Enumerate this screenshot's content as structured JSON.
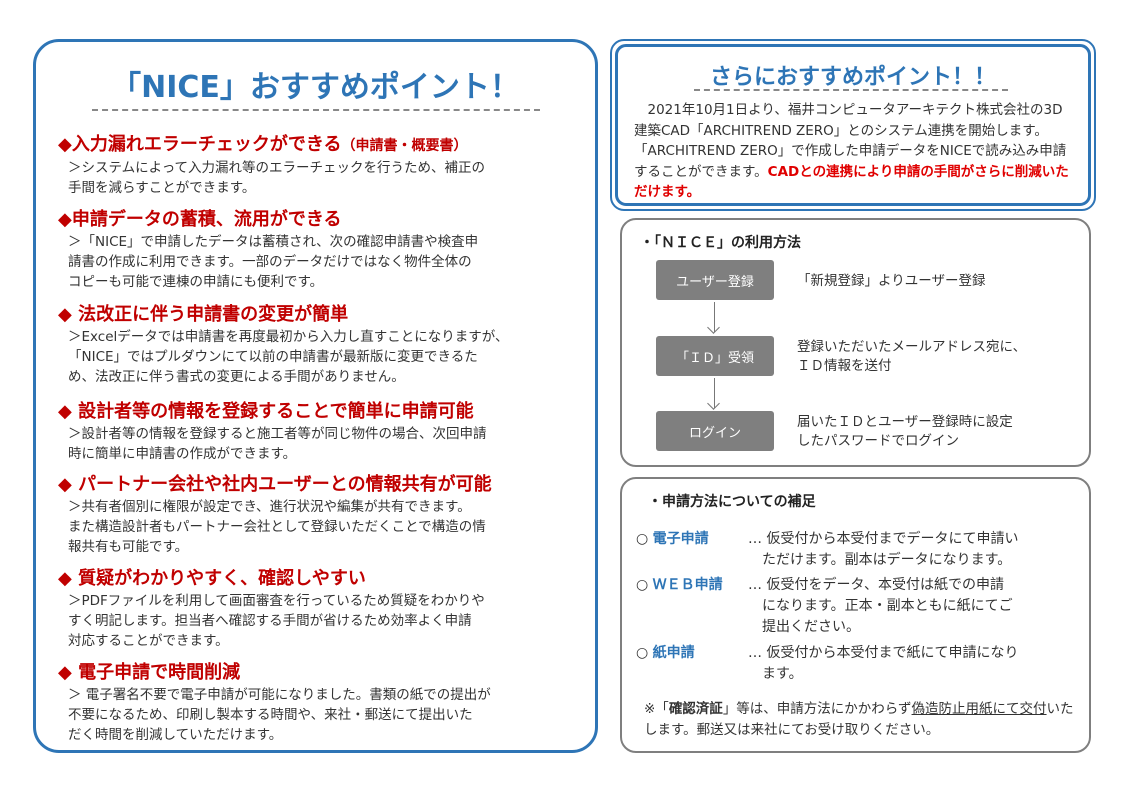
{
  "left": {
    "title": "「NICE」おすすめポイント！",
    "sections": [
      {
        "heading": "◆入力漏れエラーチェックができる",
        "sub": "（申請書・概要書）",
        "body": "＞システムによって入力漏れ等のエラーチェックを行うため、補正の\n手間を減らすことができます。"
      },
      {
        "heading": "◆申請データの蓄積、流用ができる",
        "body": "＞「NICE」で申請したデータは蓄積され、次の確認申請書や検査申\n請書の作成に利用できます。一部のデータだけではなく物件全体の\nコピーも可能で連棟の申請にも便利です。"
      },
      {
        "heading": "◆ 法改正に伴う申請書の変更が簡単",
        "body": "＞Excelデータでは申請書を再度最初から入力し直すことになりますが、\n「NICE」ではプルダウンにて以前の申請書が最新版に変更できるた\nめ、法改正に伴う書式の変更による手間がありません。"
      },
      {
        "heading": "◆ 設計者等の情報を登録することで簡単に申請可能",
        "body": "＞設計者等の情報を登録すると施工者等が同じ物件の場合、次回申請\n時に簡単に申請書の作成ができます。"
      },
      {
        "heading": "◆ パートナー会社や社内ユーザーとの情報共有が可能",
        "body": "＞共有者個別に権限が設定でき、進行状況や編集が共有できます。\nまた構造設計者もパートナー会社として登録いただくことで構造の情\n報共有も可能です。"
      },
      {
        "heading": "◆ 質疑がわかりやすく、確認しやすい",
        "body": "＞PDFファイルを利用して画面審査を行っているため質疑をわかりや\nすく明記します。担当者へ確認する手間が省けるため効率よく申請\n対応することができます。"
      },
      {
        "heading": "◆ 電子申請で時間削減",
        "body": "＞ 電子署名不要で電子申請が可能になりました。書類の紙での提出が\n不要になるため、印刷し製本する時間や、来社・郵送にて提出いた\nだく時間を削減していただけます。"
      }
    ]
  },
  "top_right": {
    "title": "さらにおすすめポイント！！",
    "body": "　2021年10月1日より、福井コンピュータアーキテクト株式会社の3D建築CAD「ARCHITREND ZERO」とのシステム連携を開始します。「ARCHITREND ZERO」で作成した申請データをNICEで読み込み申請することができます。",
    "highlight": "CADとの連携により申請の手間がさらに削減いただけます。"
  },
  "usage": {
    "title": "・「ＮＩＣＥ」の利用方法",
    "steps": [
      {
        "label": "ユーザー登録",
        "desc": "「新規登録」よりユーザー登録"
      },
      {
        "label": "「ＩＤ」受領",
        "desc": "登録いただいたメールアドレス宛に、\nＩＤ情報を送付"
      },
      {
        "label": "ログイン",
        "desc": "届いたＩＤとユーザー登録時に設定\nしたパスワードでログイン"
      }
    ]
  },
  "methods": {
    "title": "・申請方法についての補足",
    "items": [
      {
        "mark": "○",
        "label": "電子申請",
        "text": "… 仮受付から本受付までデータにて申請い\n　ただけます。副本はデータになります。"
      },
      {
        "mark": "○",
        "label": "ＷＥＢ申請",
        "text": "… 仮受付をデータ、本受付は紙での申請\n　になります。正本・副本ともに紙にてご\n　提出ください。"
      },
      {
        "mark": "○",
        "label": "紙申請",
        "text": "… 仮受付から本受付まで紙にて申請になり\n　ます。"
      }
    ],
    "note": {
      "prefix": "※「",
      "bold": "確認済証",
      "mid": "」等は、申請方法にかかわらず",
      "underline": "偽造防止用紙にて交付",
      "suffix": "いたします。郵送又は来社にてお受け取りください。"
    }
  }
}
